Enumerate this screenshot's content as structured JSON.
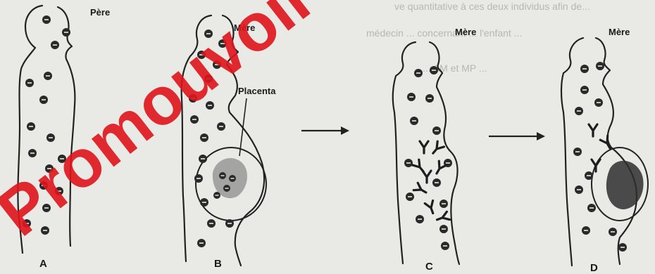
{
  "panels": [
    {
      "id": "A",
      "letter": "A",
      "name": "Père"
    },
    {
      "id": "B",
      "letter": "B",
      "name": "Mère",
      "extra_label": "Placenta"
    },
    {
      "id": "C",
      "letter": "C",
      "name": "Mère"
    },
    {
      "id": "D",
      "letter": "D",
      "name": "Mère"
    }
  ],
  "watermark": "Promouvoir",
  "background_text": [
    "ve quantitative à ces deux individus afin de...",
    "médecin ... concernant ... l'enfant ...",
    "... AM et MP ..."
  ],
  "colors": {
    "background": "#e9e9e6",
    "ink": "#222222",
    "watermark": "#e0141c",
    "stain": "#6b6b6b"
  }
}
